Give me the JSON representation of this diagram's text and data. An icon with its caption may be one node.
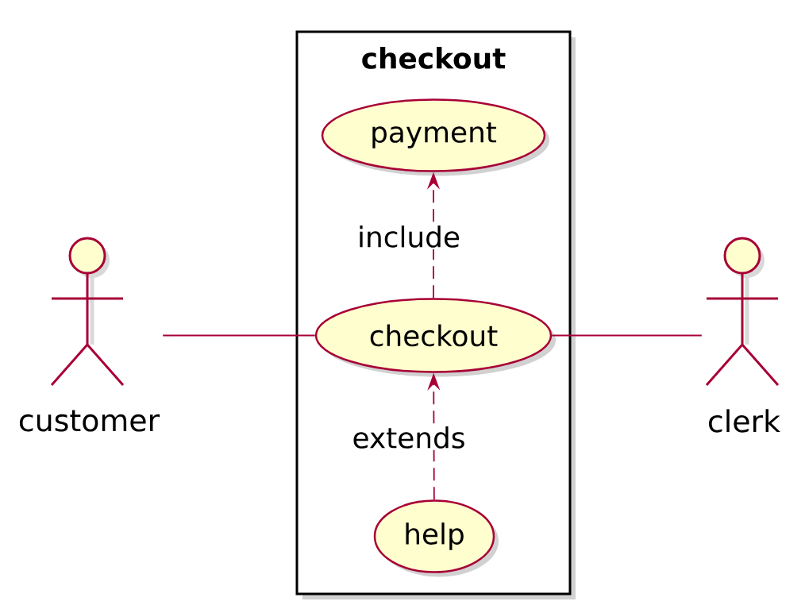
{
  "diagram": {
    "nodes": [
      {
        "text": [
          "checkout"
        ]
      },
      {
        "text": [
          "payment"
        ],
        "in": 0
      },
      {
        "text": [
          "checkout"
        ],
        "in": 0
      },
      {
        "text": [
          "help"
        ],
        "in": 0
      },
      {
        "text": [
          "customer"
        ]
      },
      {
        "text": [
          "clerk"
        ]
      }
    ],
    "edges": [
      {
        "from": 4,
        "to": 2,
        "arrow": "none"
      },
      {
        "from": 2,
        "to": 5,
        "arrow": "none"
      },
      {
        "from": 2,
        "to": 1,
        "arrow": "to",
        "label": "include",
        "style": "dashed"
      },
      {
        "from": 3,
        "to": 2,
        "arrow": "to",
        "label": "extends",
        "style": "dashed"
      }
    ]
  }
}
